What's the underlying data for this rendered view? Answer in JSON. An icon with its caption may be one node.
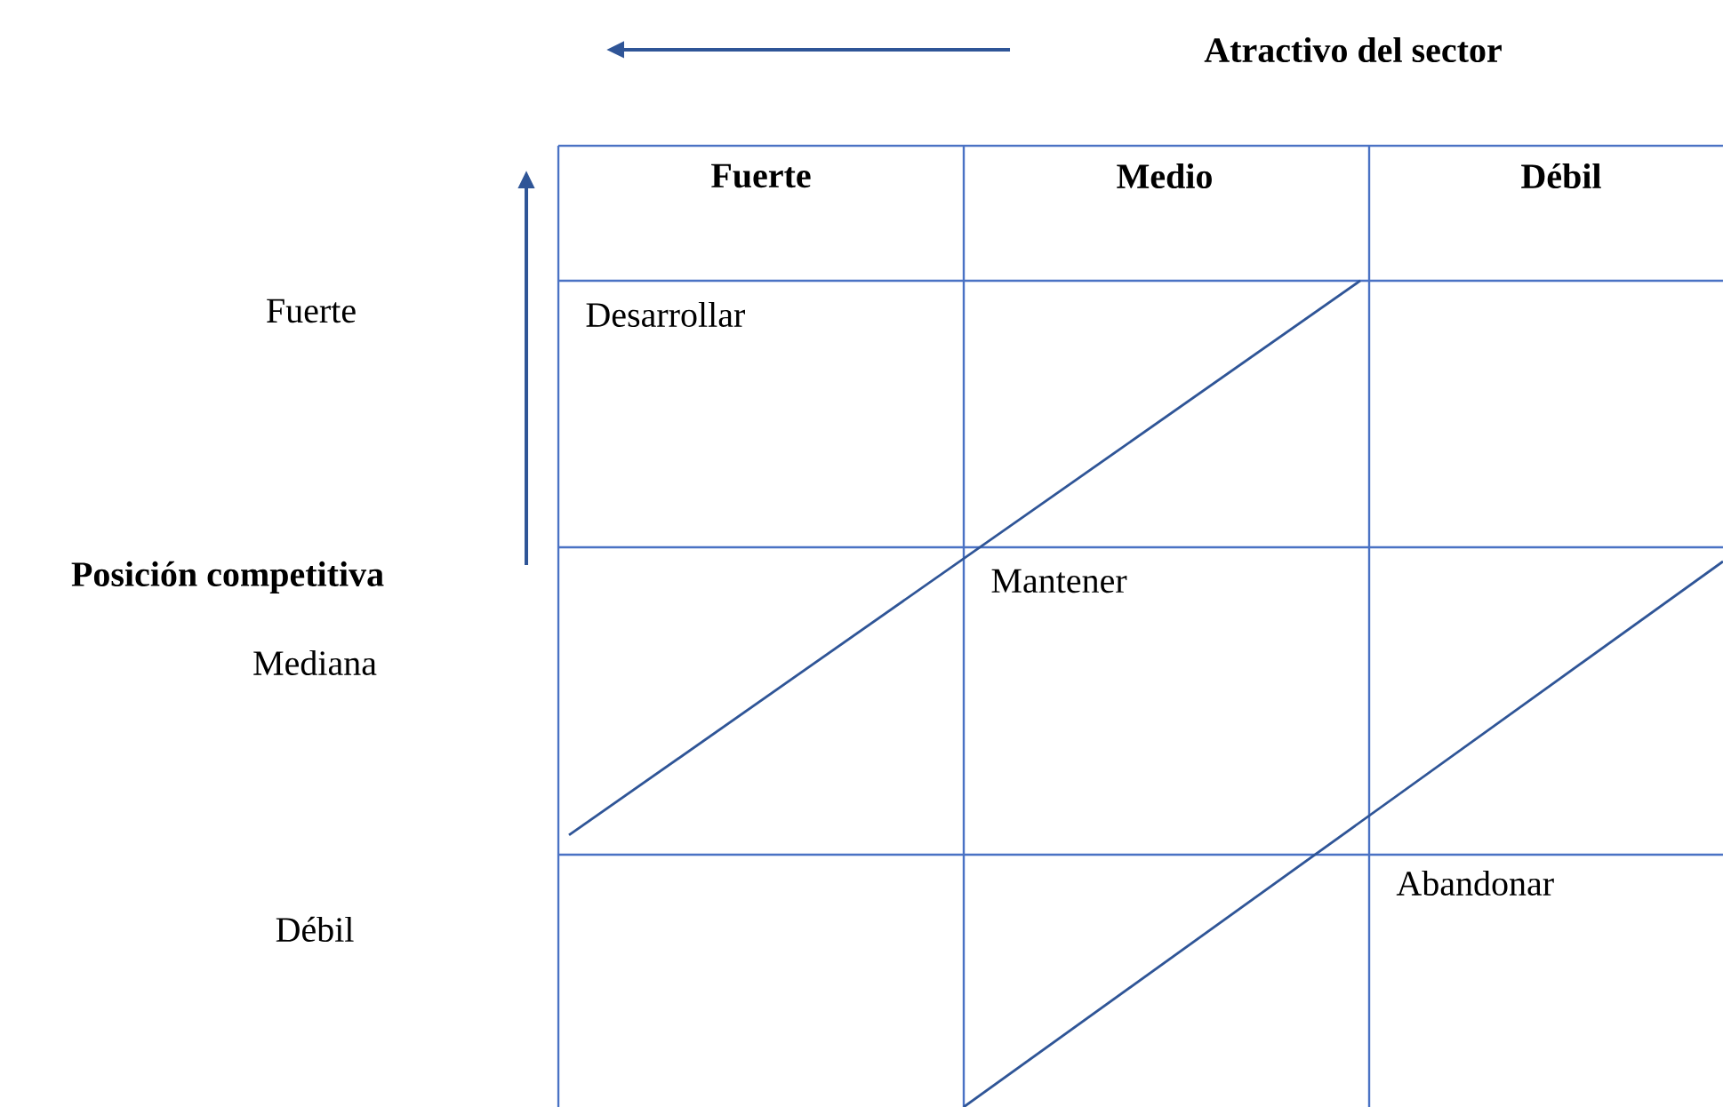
{
  "diagram": {
    "labels": [
      "Atractivo del sector",
      "Fuerte",
      "Medio",
      "Débil",
      "Fuerte",
      "Desarrollar",
      "Posición competitiva",
      "Mantener",
      "Mediana",
      "Abandonar",
      "Débil"
    ]
  }
}
